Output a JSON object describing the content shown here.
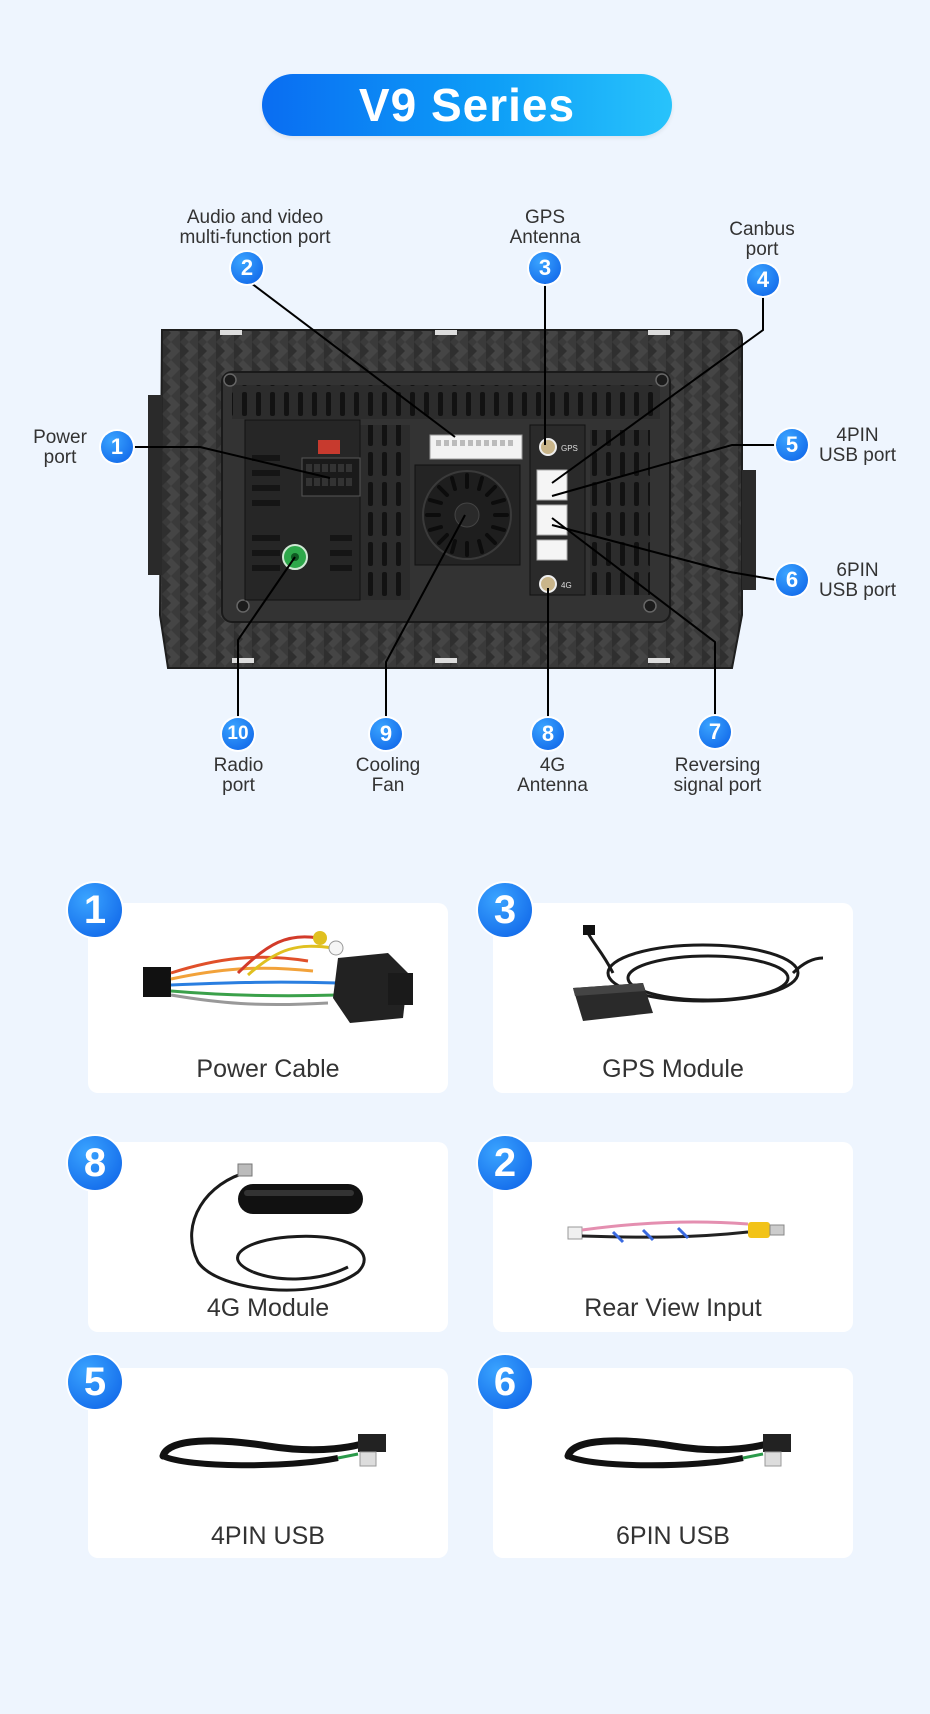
{
  "header": {
    "title": "V9 Series"
  },
  "ports": [
    {
      "num": "1",
      "lines": [
        "Power",
        "port"
      ]
    },
    {
      "num": "2",
      "lines": [
        "Audio and video",
        "multi-function port"
      ]
    },
    {
      "num": "3",
      "lines": [
        "GPS",
        "Antenna"
      ]
    },
    {
      "num": "4",
      "lines": [
        "Canbus",
        "port"
      ]
    },
    {
      "num": "5",
      "lines": [
        "4PIN",
        "USB port"
      ]
    },
    {
      "num": "6",
      "lines": [
        "6PIN",
        "USB port"
      ]
    },
    {
      "num": "7",
      "lines": [
        "Reversing",
        "signal port"
      ]
    },
    {
      "num": "8",
      "lines": [
        "4G",
        "Antenna"
      ]
    },
    {
      "num": "9",
      "lines": [
        "Cooling",
        "Fan"
      ]
    },
    {
      "num": "10",
      "lines": [
        "Radio",
        "port"
      ]
    }
  ],
  "device": {
    "gps_label": "GPS",
    "g4_label": "4G"
  },
  "accessories": [
    {
      "num": "1",
      "label": "Power Cable",
      "icon": "power-cable"
    },
    {
      "num": "3",
      "label": "GPS Module",
      "icon": "gps-module"
    },
    {
      "num": "8",
      "label": "4G Module",
      "icon": "4g-module"
    },
    {
      "num": "2",
      "label": "Rear View Input",
      "icon": "rear-view-cable"
    },
    {
      "num": "5",
      "label": "4PIN USB",
      "icon": "usb-cable"
    },
    {
      "num": "6",
      "label": "6PIN USB",
      "icon": "usb-cable"
    }
  ],
  "colors": {
    "accent": "#0b6cf2",
    "bg": "#eef5fe",
    "card": "#ffffff"
  }
}
